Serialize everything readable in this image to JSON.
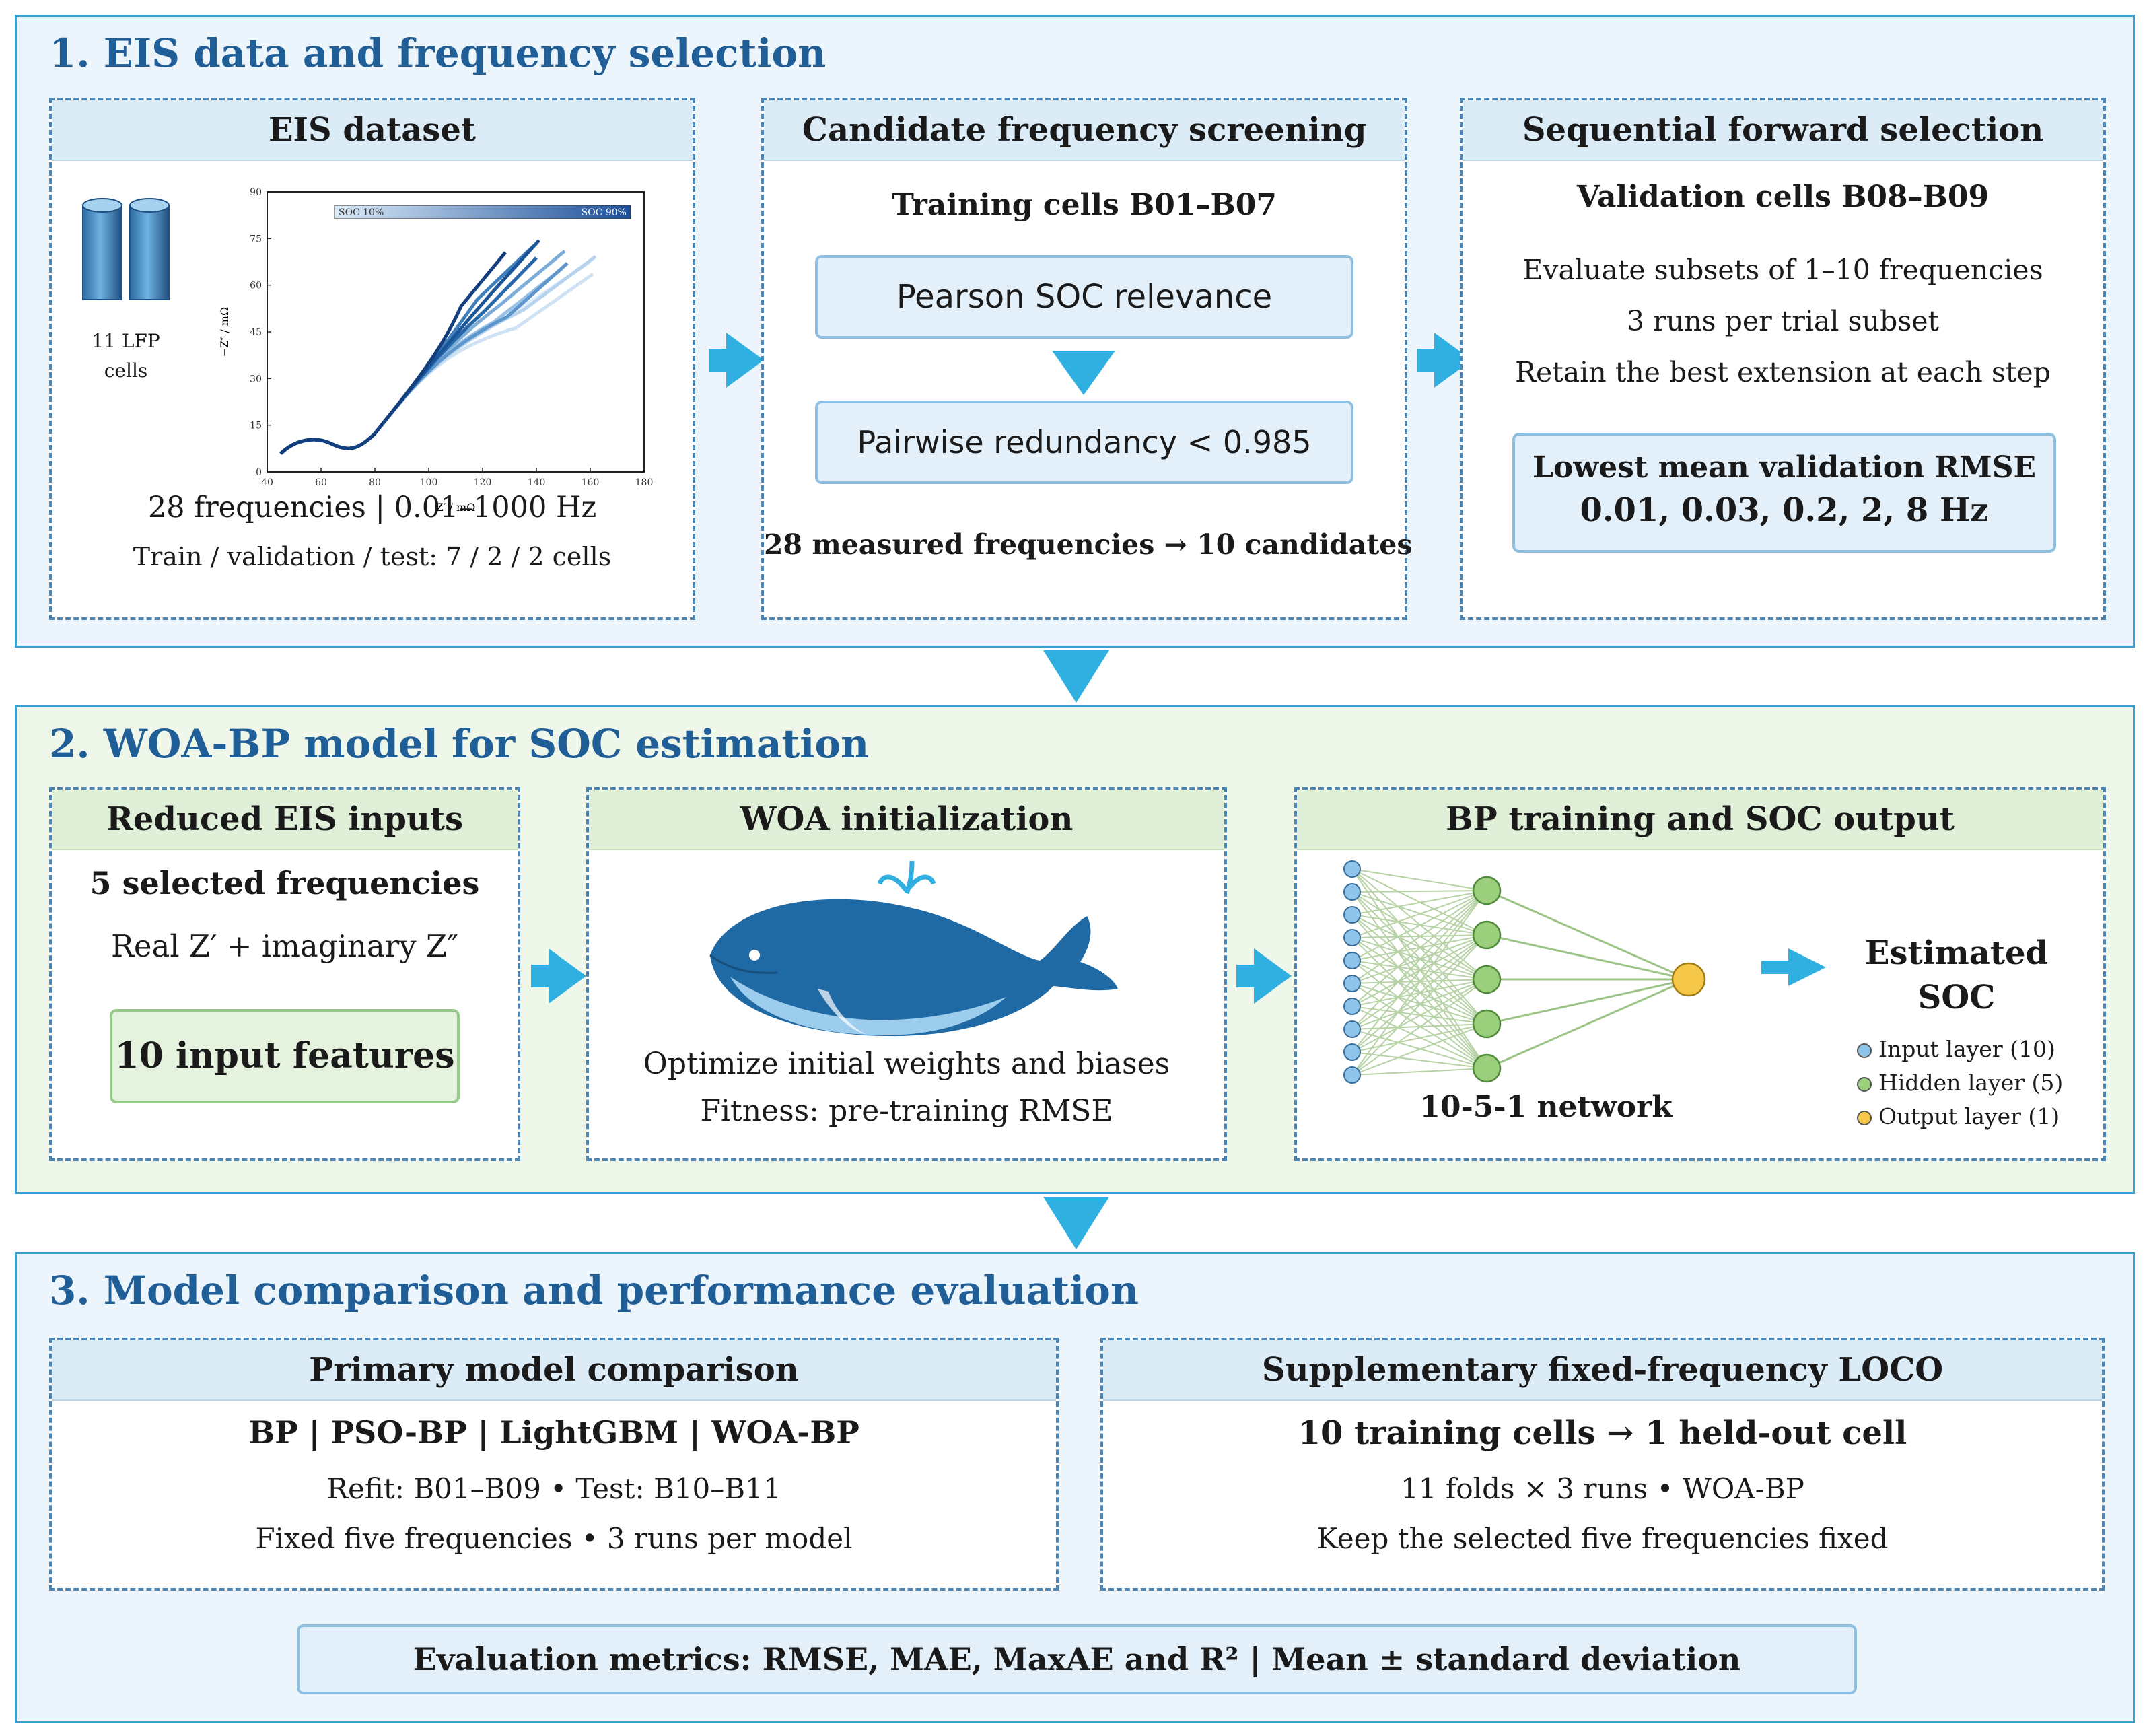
{
  "section1": {
    "title": "1. EIS data and frequency selection",
    "dataset": {
      "header": "EIS dataset",
      "cells_label_line1": "11 LFP",
      "cells_label_line2": "cells",
      "plot_legend_left": "SOC 10%",
      "plot_legend_right": "SOC 90%",
      "plot_ylabel": "−Z″ / mΩ",
      "plot_xlabel": "Z′ / mΩ",
      "plot_xticks": [
        "40",
        "60",
        "80",
        "100",
        "120",
        "140",
        "160",
        "180"
      ],
      "plot_yticks": [
        "0",
        "15",
        "30",
        "45",
        "60",
        "75",
        "90"
      ],
      "line1": "28 frequencies | 0.01–1000 Hz",
      "line2": "Train / validation / test: 7 / 2 / 2 cells"
    },
    "screening": {
      "header": "Candidate frequency screening",
      "subtitle": "Training cells B01–B07",
      "box1": "Pearson SOC relevance",
      "box2": "Pairwise redundancy < 0.985",
      "footer": "28 measured frequencies → 10 candidates"
    },
    "forward": {
      "header": "Sequential forward selection",
      "subtitle": "Validation cells B08–B09",
      "line1": "Evaluate subsets of 1–10 frequencies",
      "line2": "3 runs per trial subset",
      "line3": "Retain the best extension at each step",
      "result_title": "Lowest mean validation RMSE",
      "result_values": "0.01, 0.03, 0.2, 2, 8 Hz"
    }
  },
  "section2": {
    "title": "2. WOA-BP model for SOC estimation",
    "inputs": {
      "header": "Reduced EIS inputs",
      "line1": "5 selected frequencies",
      "line2": "Real Z′ + imaginary Z″",
      "box": "10 input features"
    },
    "woa": {
      "header": "WOA initialization",
      "line1": "Optimize initial weights and biases",
      "line2": "Fitness: pre-training RMSE"
    },
    "bp": {
      "header": "BP training and SOC output",
      "network_label": "10-5-1 network",
      "output_line1": "Estimated",
      "output_line2": "SOC",
      "legend": [
        "Input layer (10)",
        "Hidden layer (5)",
        "Output layer (1)"
      ]
    }
  },
  "section3": {
    "title": "3. Model comparison and performance evaluation",
    "primary": {
      "header": "Primary model comparison",
      "line1": "BP | PSO-BP | LightGBM | WOA-BP",
      "line2": "Refit: B01–B09 • Test: B10–B11",
      "line3": "Fixed five frequencies • 3 runs per model"
    },
    "loco": {
      "header": "Supplementary fixed-frequency LOCO",
      "line1": "10 training cells → 1 held-out cell",
      "line2": "11 folds × 3 runs • WOA-BP",
      "line3": "Keep the selected five frequencies fixed"
    },
    "metrics": "Evaluation metrics: RMSE, MAE, MaxAE and R² | Mean ± standard deviation"
  },
  "colors": {
    "section_border": "#3aa0d0",
    "title_blue": "#1f5e96",
    "arrow": "#2fb0e0",
    "input_node": "#8ec3ea",
    "hidden_node": "#9ccf7c",
    "output_node": "#f5c84a"
  }
}
